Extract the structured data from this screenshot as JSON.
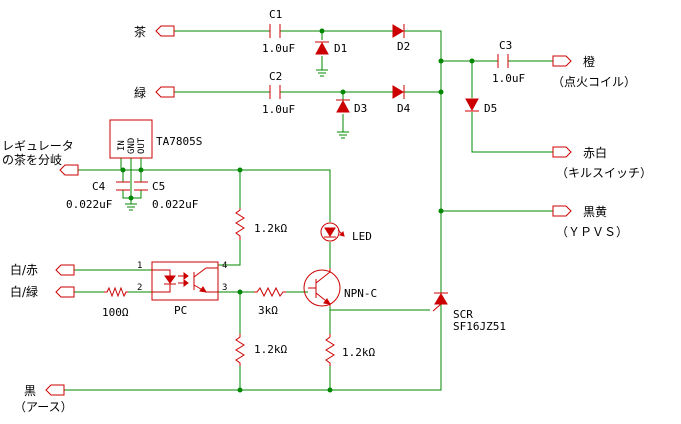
{
  "terminals": {
    "brown_in": "茶",
    "green_in": "緑",
    "regulator_brown": "レギュレータ",
    "regulator_brown_2": "の茶を分岐",
    "white_red": "白/赤",
    "white_green": "白/緑",
    "black": "黒",
    "black_note": "（アース）",
    "orange_out": "橙",
    "orange_note": "（点火コイル）",
    "red_white_out": "赤白",
    "red_white_note": "（キルスイッチ）",
    "black_yellow_out": "黒黄",
    "black_yellow_note": "（ＹＰＶＳ）"
  },
  "components": {
    "c1": "C1",
    "c1_val": "1.0uF",
    "c2": "C2",
    "c2_val": "1.0uF",
    "c3": "C3",
    "c3_val": "1.0uF",
    "c4": "C4",
    "c4_val": "0.022uF",
    "c5": "C5",
    "c5_val": "0.022uF",
    "d1": "D1",
    "d2": "D2",
    "d3": "D3",
    "d4": "D4",
    "d5": "D5",
    "regulator": "TA7805S",
    "reg_in": "IN",
    "reg_gnd": "GND",
    "reg_out": "OUT",
    "r_top": "1.2kΩ",
    "r_pc_in": "100Ω",
    "r_base": "3kΩ",
    "r_bottom_left": "1.2kΩ",
    "r_emitter": "1.2kΩ",
    "led": "LED",
    "transistor": "NPN-C",
    "pc": "PC",
    "pc_pin1": "1",
    "pc_pin2": "2",
    "pc_pin3": "3",
    "pc_pin4": "4",
    "scr": "SCR",
    "scr_part": "SF16JZ51"
  },
  "colors": {
    "wire": "#008800",
    "component": "#cc0000",
    "text": "#000000",
    "background": "#ffffff"
  }
}
